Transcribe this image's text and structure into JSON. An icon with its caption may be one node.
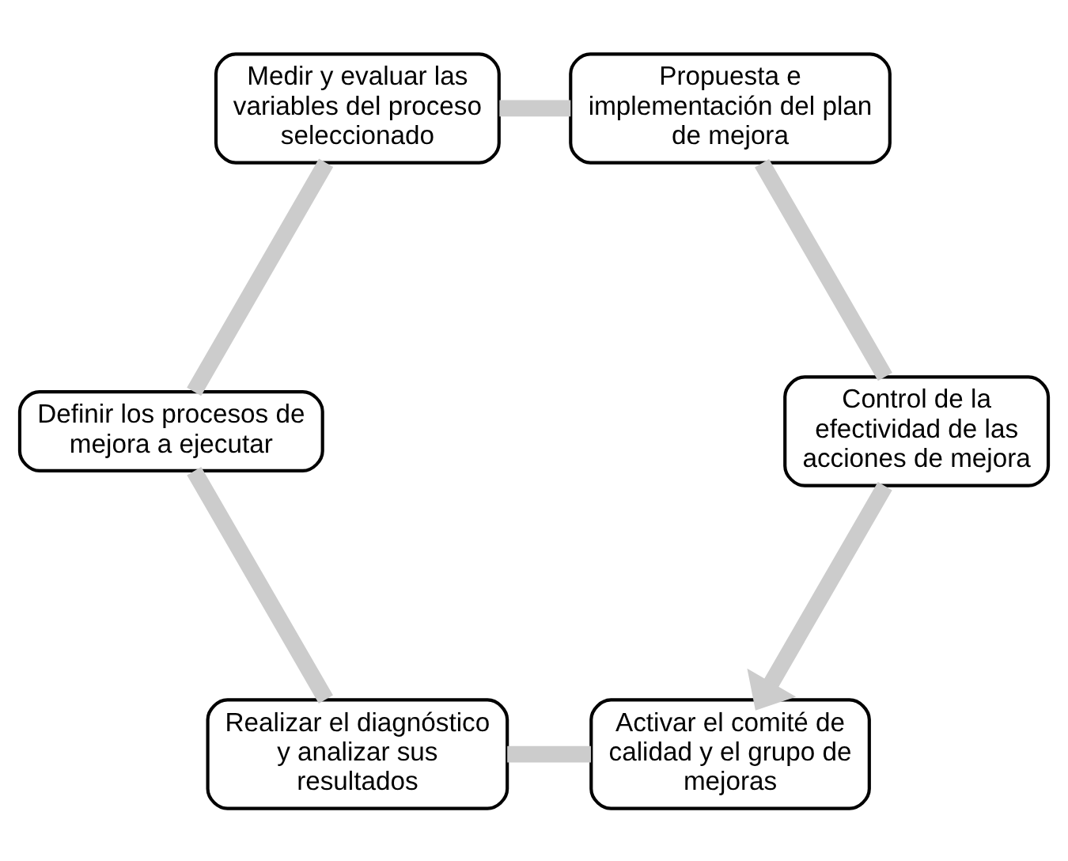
{
  "diagram": {
    "nodes": [
      {
        "text": [
          "Activar el comité de calidad y el grupo de mejoras"
        ]
      },
      {
        "text": [
          "Control de la efectividad de las acciones de mejora"
        ]
      },
      {
        "text": [
          "Realizar el diagnóstico y analizar sus resultados"
        ]
      },
      {
        "text": [
          "Propuesta e implementación del plan de mejora"
        ]
      },
      {
        "text": [
          "Definir los procesos de mejora a ejecutar"
        ]
      },
      {
        "text": [
          "Medir y evaluar las variables del proceso seleccionado"
        ]
      }
    ],
    "edges": [
      {
        "from": 0,
        "to": 2,
        "arrow": "none"
      },
      {
        "from": 2,
        "to": 4,
        "arrow": "none"
      },
      {
        "from": 4,
        "to": 5,
        "arrow": "none"
      },
      {
        "from": 5,
        "to": 3,
        "arrow": "none"
      },
      {
        "from": 3,
        "to": 1,
        "arrow": "none"
      },
      {
        "from": 1,
        "to": 0,
        "arrow": "to"
      }
    ]
  }
}
